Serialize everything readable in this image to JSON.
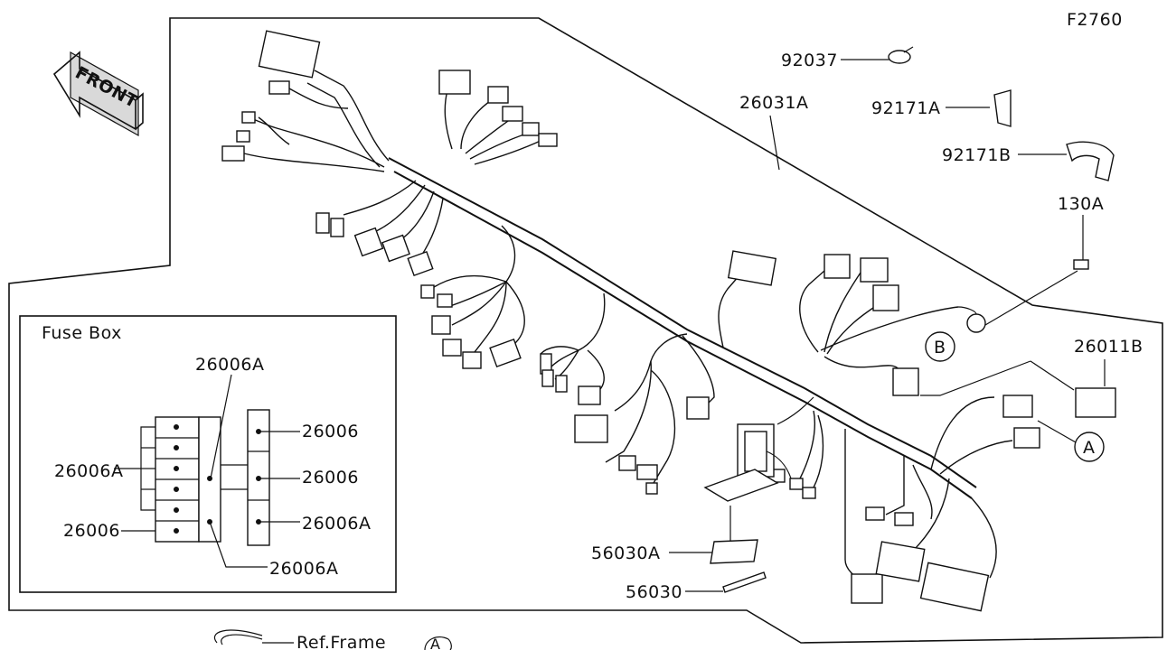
{
  "figure_id": "F2760",
  "front_arrow": {
    "label": "FRONT"
  },
  "callouts": {
    "p92037": "92037",
    "p92171A": "92171A",
    "p92171B": "92171B",
    "p26031A": "26031A",
    "p130A": "130A",
    "p26011B": "26011B",
    "p56030A": "56030A",
    "p56030": "56030"
  },
  "ref_markers": {
    "a": "A",
    "b": "B"
  },
  "fuse_box": {
    "title": "Fuse Box",
    "labels": {
      "top_26006A": "26006A",
      "right_top_26006": "26006",
      "right_mid_26006": "26006",
      "right_bottom_26006A": "26006A",
      "left_26006A": "26006A",
      "left_26006": "26006",
      "bottom_26006A": "26006A"
    }
  },
  "legend": {
    "ref_frame": "Ref.Frame",
    "marker": "A"
  }
}
